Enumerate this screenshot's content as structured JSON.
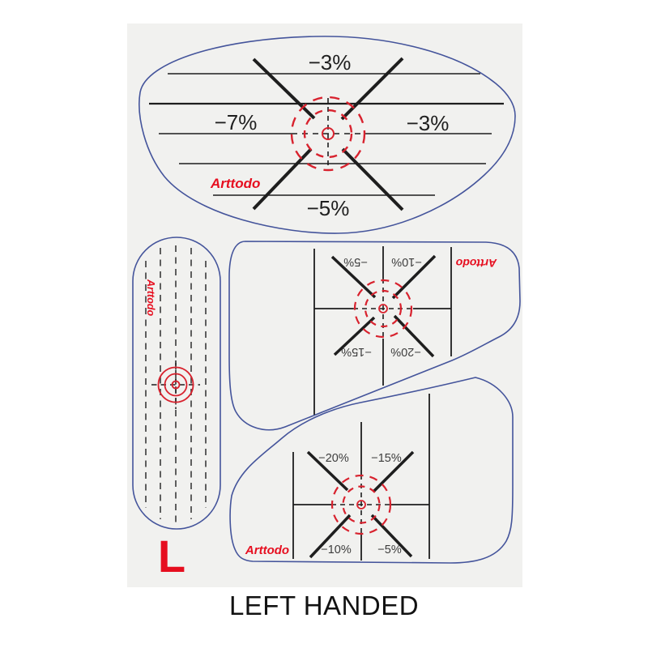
{
  "caption": "LEFT HANDED",
  "handedness_letter": "L",
  "brand": "Arttodo",
  "colors": {
    "outline_blue": "#44549b",
    "target_red": "#d8222e",
    "brand_red": "#e60e1f",
    "line_dark": "#1e1e1e",
    "label_black": "#1f1f1f",
    "label_gray": "#3d3d3d",
    "dash_gray": "#3a3a3a",
    "sheet_bg": "#f1f1ef",
    "caption_black": "#121212"
  },
  "stickers": {
    "driver": {
      "brand": "Arttodo",
      "labels": {
        "top": "−3%",
        "left": "−7%",
        "right": "−3%",
        "bottom": "−5%"
      }
    },
    "iron_rotated": {
      "brand": "Arttodo",
      "labels": {
        "top_left": "−5%",
        "top_right": "−10%",
        "bottom_left": "−15%",
        "bottom_right": "−20%"
      }
    },
    "iron": {
      "brand": "Arttodo",
      "labels": {
        "top_left": "−20%",
        "top_right": "−15%",
        "bottom_left": "−10%",
        "bottom_right": "−5%"
      }
    },
    "putter": {
      "brand": "Arttodo"
    }
  }
}
